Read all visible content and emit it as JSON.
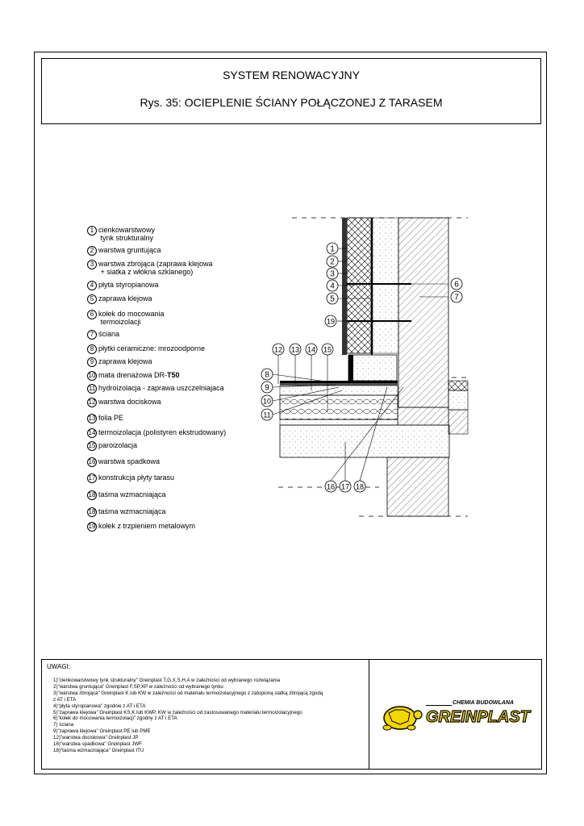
{
  "title": {
    "line1": "SYSTEM RENOWACYJNY",
    "line2": "Rys. 35:  OCIEPLENIE ŚCIANY POŁĄCZONEJ Z TARASEM"
  },
  "legend": [
    {
      "num": "1",
      "text": "cienkowarstwowy\n tynk strukturalny"
    },
    {
      "num": "2",
      "text": "warstwa gruntująca"
    },
    {
      "num": "3",
      "text": "warstwa zbrojąca (zaprawa klejowa\n + siatka z włókna szklanego)"
    },
    {
      "num": "4",
      "text": "płyta styropianowa"
    },
    {
      "num": "5",
      "text": "zaprawa klejowa"
    },
    {
      "num": "6",
      "text": "kołek do mocowania\n termoizolacji"
    },
    {
      "num": "7",
      "text": "ściana"
    },
    {
      "num": "8",
      "text": "płytki ceramiczne: mrozoodporne"
    },
    {
      "num": "9",
      "text": "zaprawa klejowa"
    },
    {
      "num": "10",
      "text": "mata drenażowa DR-",
      "bold": "T50"
    },
    {
      "num": "11",
      "text": "hydroizolacja - zaprawa uszczelniajaca"
    },
    {
      "num": "12",
      "text": "warstwa dociskowa"
    },
    {
      "num": "13",
      "text": "folia PE"
    },
    {
      "num": "14",
      "text": "termoizolacja (polistyren ekstrudowany)"
    },
    {
      "num": "15",
      "text": "paroizolacja"
    },
    {
      "num": "16",
      "text": "warstwa spadkowa"
    },
    {
      "num": "17",
      "text": "konstrukcja płyty tarasu"
    },
    {
      "num": "18",
      "text": "taśma wzmacniająca"
    },
    {
      "num": "18",
      "text": "taśma wzmacniająca"
    },
    {
      "num": "19",
      "text": "kołek z trzpieniem metalowym"
    }
  ],
  "drawing_labels": {
    "left_stack": [
      "1",
      "2",
      "3",
      "4",
      "5",
      "19"
    ],
    "right": [
      "6",
      "7"
    ],
    "top_row": [
      "12",
      "13",
      "14",
      "15"
    ],
    "left_terrace": [
      "8",
      "9",
      "10",
      "11"
    ],
    "bottom": [
      "16",
      "17",
      "18"
    ]
  },
  "notes": {
    "heading": "UWAGI:",
    "items": [
      "1)\"cienkowarstwowy tynk strukturalny\" Greinplast T,G,X,S,H,A w zależności od wybranego rozwiązania",
      "2)\"warstwa gruntująca\" Greinplast F,SP,XP w zależności od wybranego tynku",
      "3)\"warstwa zbrojąca\" Greinplast K lub KW w zależności od materiału termoizolacyjnego z zatopioną siatką zbrojącą zgodą",
      "z AT i ETA",
      "4)\"płyta styropianowa\" zgodnie z AT i ETA",
      "5)\"zaprawa klejowa\" Greinplast KS,K lub KWP, KW w zależności od zastosowanego materiału termoizolacyjnego",
      "6)\"kołek do mocowania termoizolacji\" zgodny z AT i ETA",
      "7) ściana",
      "9)\"zaprawa klejowa\" Greinplast PE lub PME",
      "12)\"warstwa dociskowa\" Greinplast JP",
      "16)\"warstwa spadkowa\" Greinplast JWF",
      "18)\"taśma wzmacniająca\" Greinplast ITU"
    ]
  },
  "logo": {
    "subtitle": "CHEMIA BUDOWLANA",
    "name": "GREINPLAST",
    "color": "#f4d600"
  }
}
